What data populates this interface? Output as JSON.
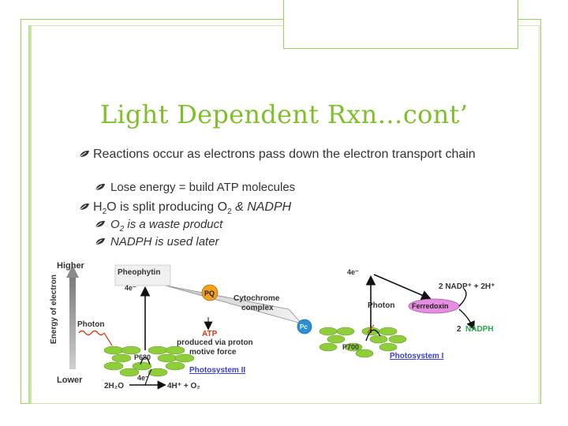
{
  "slide": {
    "title": "Light Dependent Rxn…cont’",
    "bullets": {
      "b1": "Reactions occur as electrons pass down the electron transport chain",
      "b1_sub": "Lose energy = build ATP molecules",
      "b2_pre": "H",
      "b2_sub1": "2",
      "b2_mid": "O is split producing O",
      "b2_sub2": "2",
      "b2_post": " & NADPH",
      "b2_c1_pre": "O",
      "b2_c1_sub": "2",
      "b2_c1_post": " is a waste product",
      "b2_c2": "NADPH is used later"
    }
  },
  "diagram": {
    "axis_label": "Energy of electron",
    "higher": "Higher",
    "lower": "Lower",
    "photon": "Photon",
    "pheophytin": "Pheophytin",
    "e4_a": "4e⁻",
    "e4_b": "4e⁻",
    "e4_c": "4e⁻",
    "pq": "PQ",
    "cyto1": "Cytochrome",
    "cyto2": "complex",
    "pc": "Pc",
    "atp": "ATP",
    "atp_l2": "produced via proton",
    "atp_l3": "motive force",
    "p680": "P680",
    "p700": "P700",
    "ps2": "Photosystem II",
    "ps1": "Photosystem I",
    "water": "2H₂O",
    "products": "4H⁺ + O₂",
    "nadp": "2 NADP⁺ + 2H⁺",
    "ferredoxin": "Ferredoxin",
    "nadph_num": "2",
    "nadph": "NADPH",
    "colors": {
      "title": "#7fbf2a",
      "frame": "#9ad05a",
      "chlorophyll": "#8fce3a",
      "pq": "#f0a01a",
      "pc": "#2a8fd6",
      "ferredoxin": "#e58ee0",
      "atp": "#d83a1a",
      "photosystem": "#3a3fd0",
      "nadph": "#2aa84a"
    }
  }
}
